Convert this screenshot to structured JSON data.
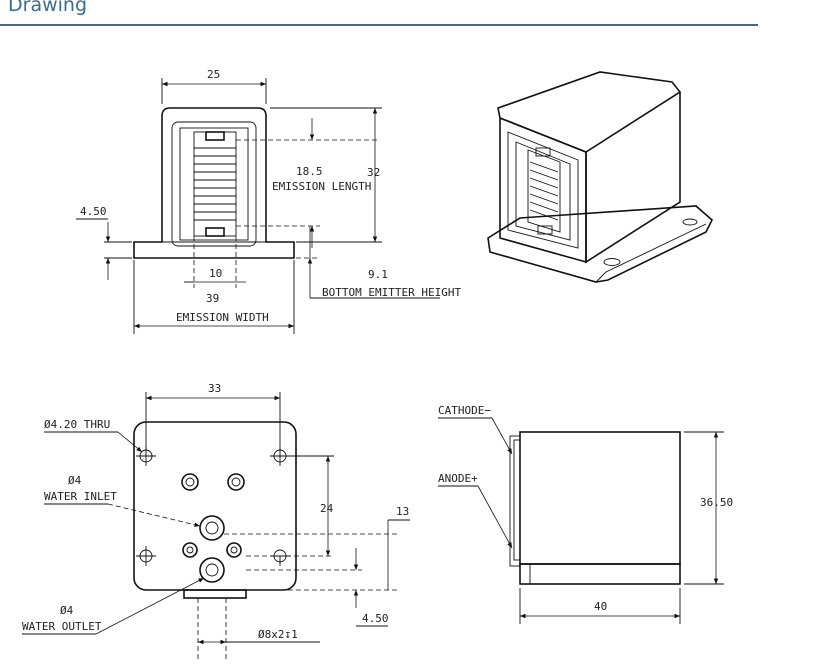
{
  "section": {
    "title": "Drawing"
  },
  "front_view": {
    "top_width": "25",
    "emission_length_value": "18.5",
    "emission_length_label": "EMISSION LENGTH",
    "height": "32",
    "flange_thickness": "4.50",
    "bar_width": "10",
    "bottom_emitter_value": "9.1",
    "bottom_emitter_label": "BOTTOM EMITTER HEIGHT",
    "emission_width_value": "39",
    "emission_width_label": "EMISSION WIDTH"
  },
  "bottom_view": {
    "hole_spacing": "33",
    "thru_hole_label": "Ø4.20 THRU",
    "inlet_diameter": "Ø4",
    "inlet_label": "WATER INLET",
    "outlet_diameter": "Ø4",
    "outlet_label": "WATER OUTLET",
    "vertical_spacing": "24",
    "offset_right": "13",
    "offset_bottom": "4.50",
    "counterbore": "Ø8x2↧1"
  },
  "side_view": {
    "cathode_label": "CATHODE−",
    "anode_label": "ANODE+",
    "height": "36.50",
    "length": "40"
  }
}
